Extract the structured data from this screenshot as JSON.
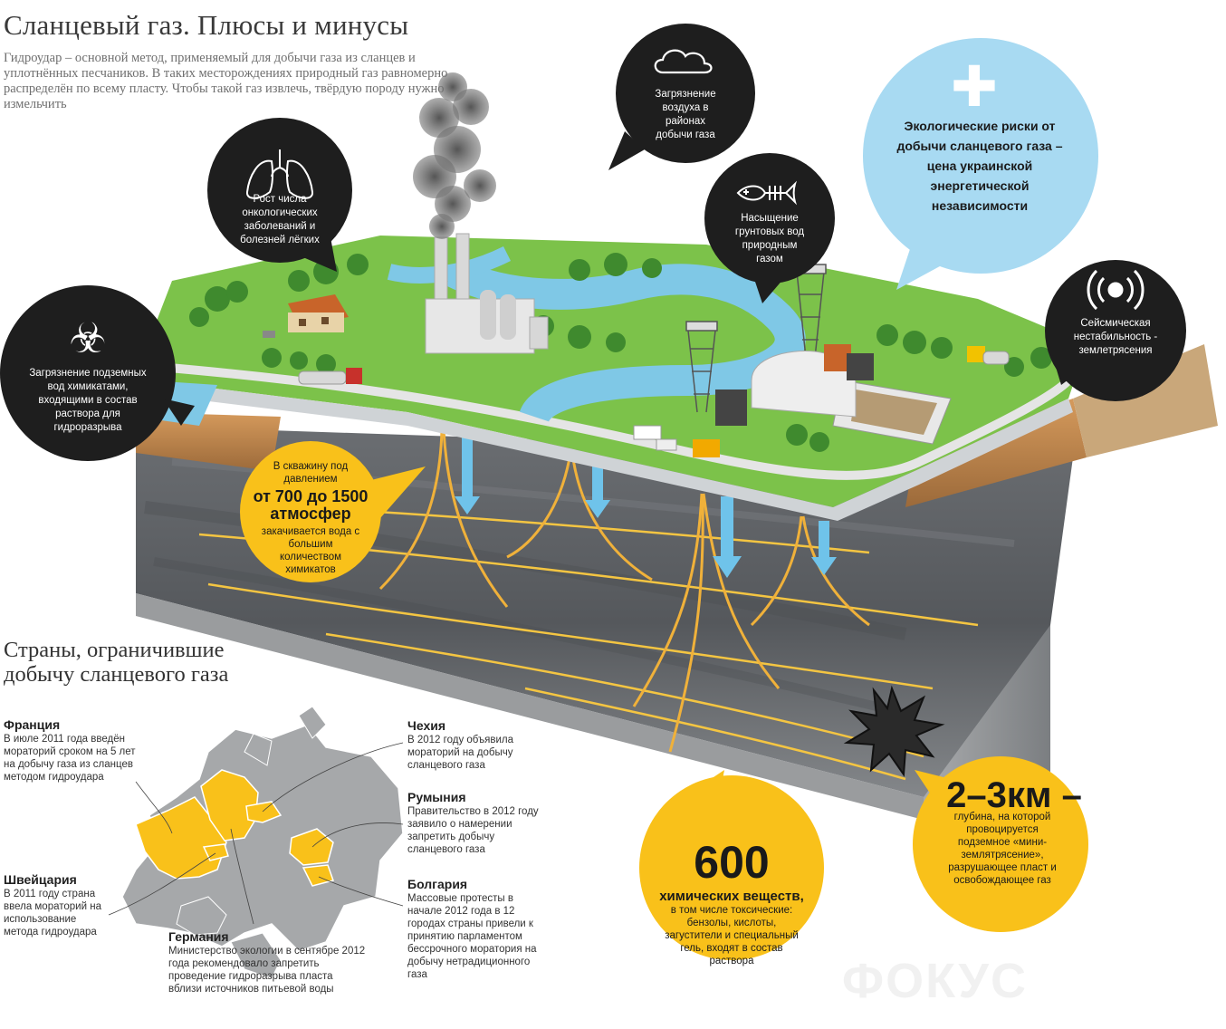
{
  "title": "Сланцевый газ. Плюсы и минусы",
  "intro": "Гидроудар – основной метод, применяемый для добычи газа из сланцев и уплотнённых песчаников. В таких месторождениях природный газ равномерно распределён по всему пласту. Чтобы такой газ извлечь, твёрдую породу нужно измельчить",
  "bubbles": {
    "lungs": "Рост числа онкологических заболеваний и болезней лёгких",
    "air": "Загрязнение воздуха в районах добычи газа",
    "groundwater_gas": "Насыщение грунтовых вод природным газом",
    "chemicals": "Загрязнение подземных вод химикатами, входящими в состав раствора для гидроразрыва",
    "seismic": "Сейсмическая нестабильность - землетрясения"
  },
  "blue_bubble": "Экологические риски от добычи сланцевого газа – цена украинской энергетической независимости",
  "pressure": {
    "line1": "В скважину под давлением",
    "highlight": "от 700 до 1500 атмосфер",
    "line2": "закачивается вода с большим количеством химикатов"
  },
  "chemicals_count": {
    "number": "600",
    "headline": "химических веществ,",
    "text": "в том числе токсические: бензолы, кислоты, загустители и специальный гель, входят в состав раствора"
  },
  "depth": {
    "headline": "2–3км –",
    "text": "глубина, на которой провоцируется подземное «мини-землятрясение», разрушающее пласт и освобождающее газ"
  },
  "countries_title": "Страны, ограничившие добычу сланцевого газа",
  "countries": {
    "france": {
      "name": "Франция",
      "text": "В июле 2011 года введён мораторий сроком на 5 лет на добычу газа из сланцев методом гидроудара"
    },
    "switzerland": {
      "name": "Швейцария",
      "text": "В 2011 году страна ввела мораторий на использование метода гидроудара"
    },
    "germany": {
      "name": "Германия",
      "text": "Министерство экологии в сентябре 2012 года рекомендовало запретить проведение гидроразрыва пласта вблизи источников питьевой воды"
    },
    "czechia": {
      "name": "Чехия",
      "text": "В 2012 году объявила мораторий на добычу сланцевого газа"
    },
    "romania": {
      "name": "Румыния",
      "text": "Правительство в 2012 году заявило о намерении запретить добычу сланцевого газа"
    },
    "bulgaria": {
      "name": "Болгария",
      "text": "Массовые протесты в начале 2012 года в 12 городах страны привели к принятию парламентом бессрочного моратория на добычу нетрадиционного газа"
    }
  },
  "watermark": "ФОКУС",
  "colors": {
    "bubble": "#1e1e1e",
    "accent_yellow": "#f9c11a",
    "light_blue": "#a8daf2",
    "grass": "#7cc24a",
    "water": "#7fc8e6",
    "rock_dark": "#5c5f63",
    "soil": "#c58a4f",
    "pipe": "#f2b640",
    "map_gray": "#a6a8aa"
  },
  "icons": [
    "biohazard-icon",
    "lungs-icon",
    "cloud-icon",
    "fish-skeleton-icon",
    "signal-icon",
    "plus-icon",
    "down-arrow-icon"
  ]
}
